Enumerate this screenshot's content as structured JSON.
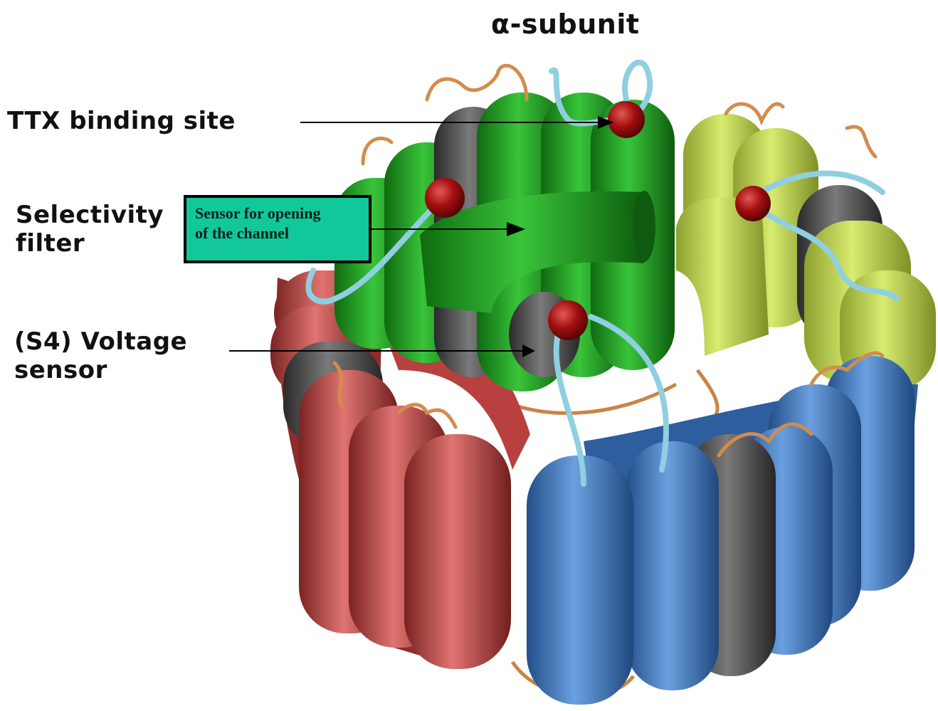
{
  "labels": {
    "title": "α-subunit",
    "ttx_binding_site": "TTX binding site",
    "selectivity_filter": "Selectivity\nfilter",
    "voltage_sensor": "(S4) Voltage\nsensor"
  },
  "callout": {
    "text": "Sensor for opening\nof the channel",
    "background": "#12c79a"
  },
  "domain_colors": {
    "green": "#1f9a1f",
    "yellow_green": "#b9cf4f",
    "red": "#c2504e",
    "blue": "#3f79c2",
    "dark_segment": "#4a4a4a",
    "site_marker": "#a10f0f",
    "loop_light": "#8fcfe0",
    "loop_orange": "#d99556"
  },
  "icons": [
    "ttx-site-marker",
    "pore-loop",
    "helix-cylinder"
  ]
}
